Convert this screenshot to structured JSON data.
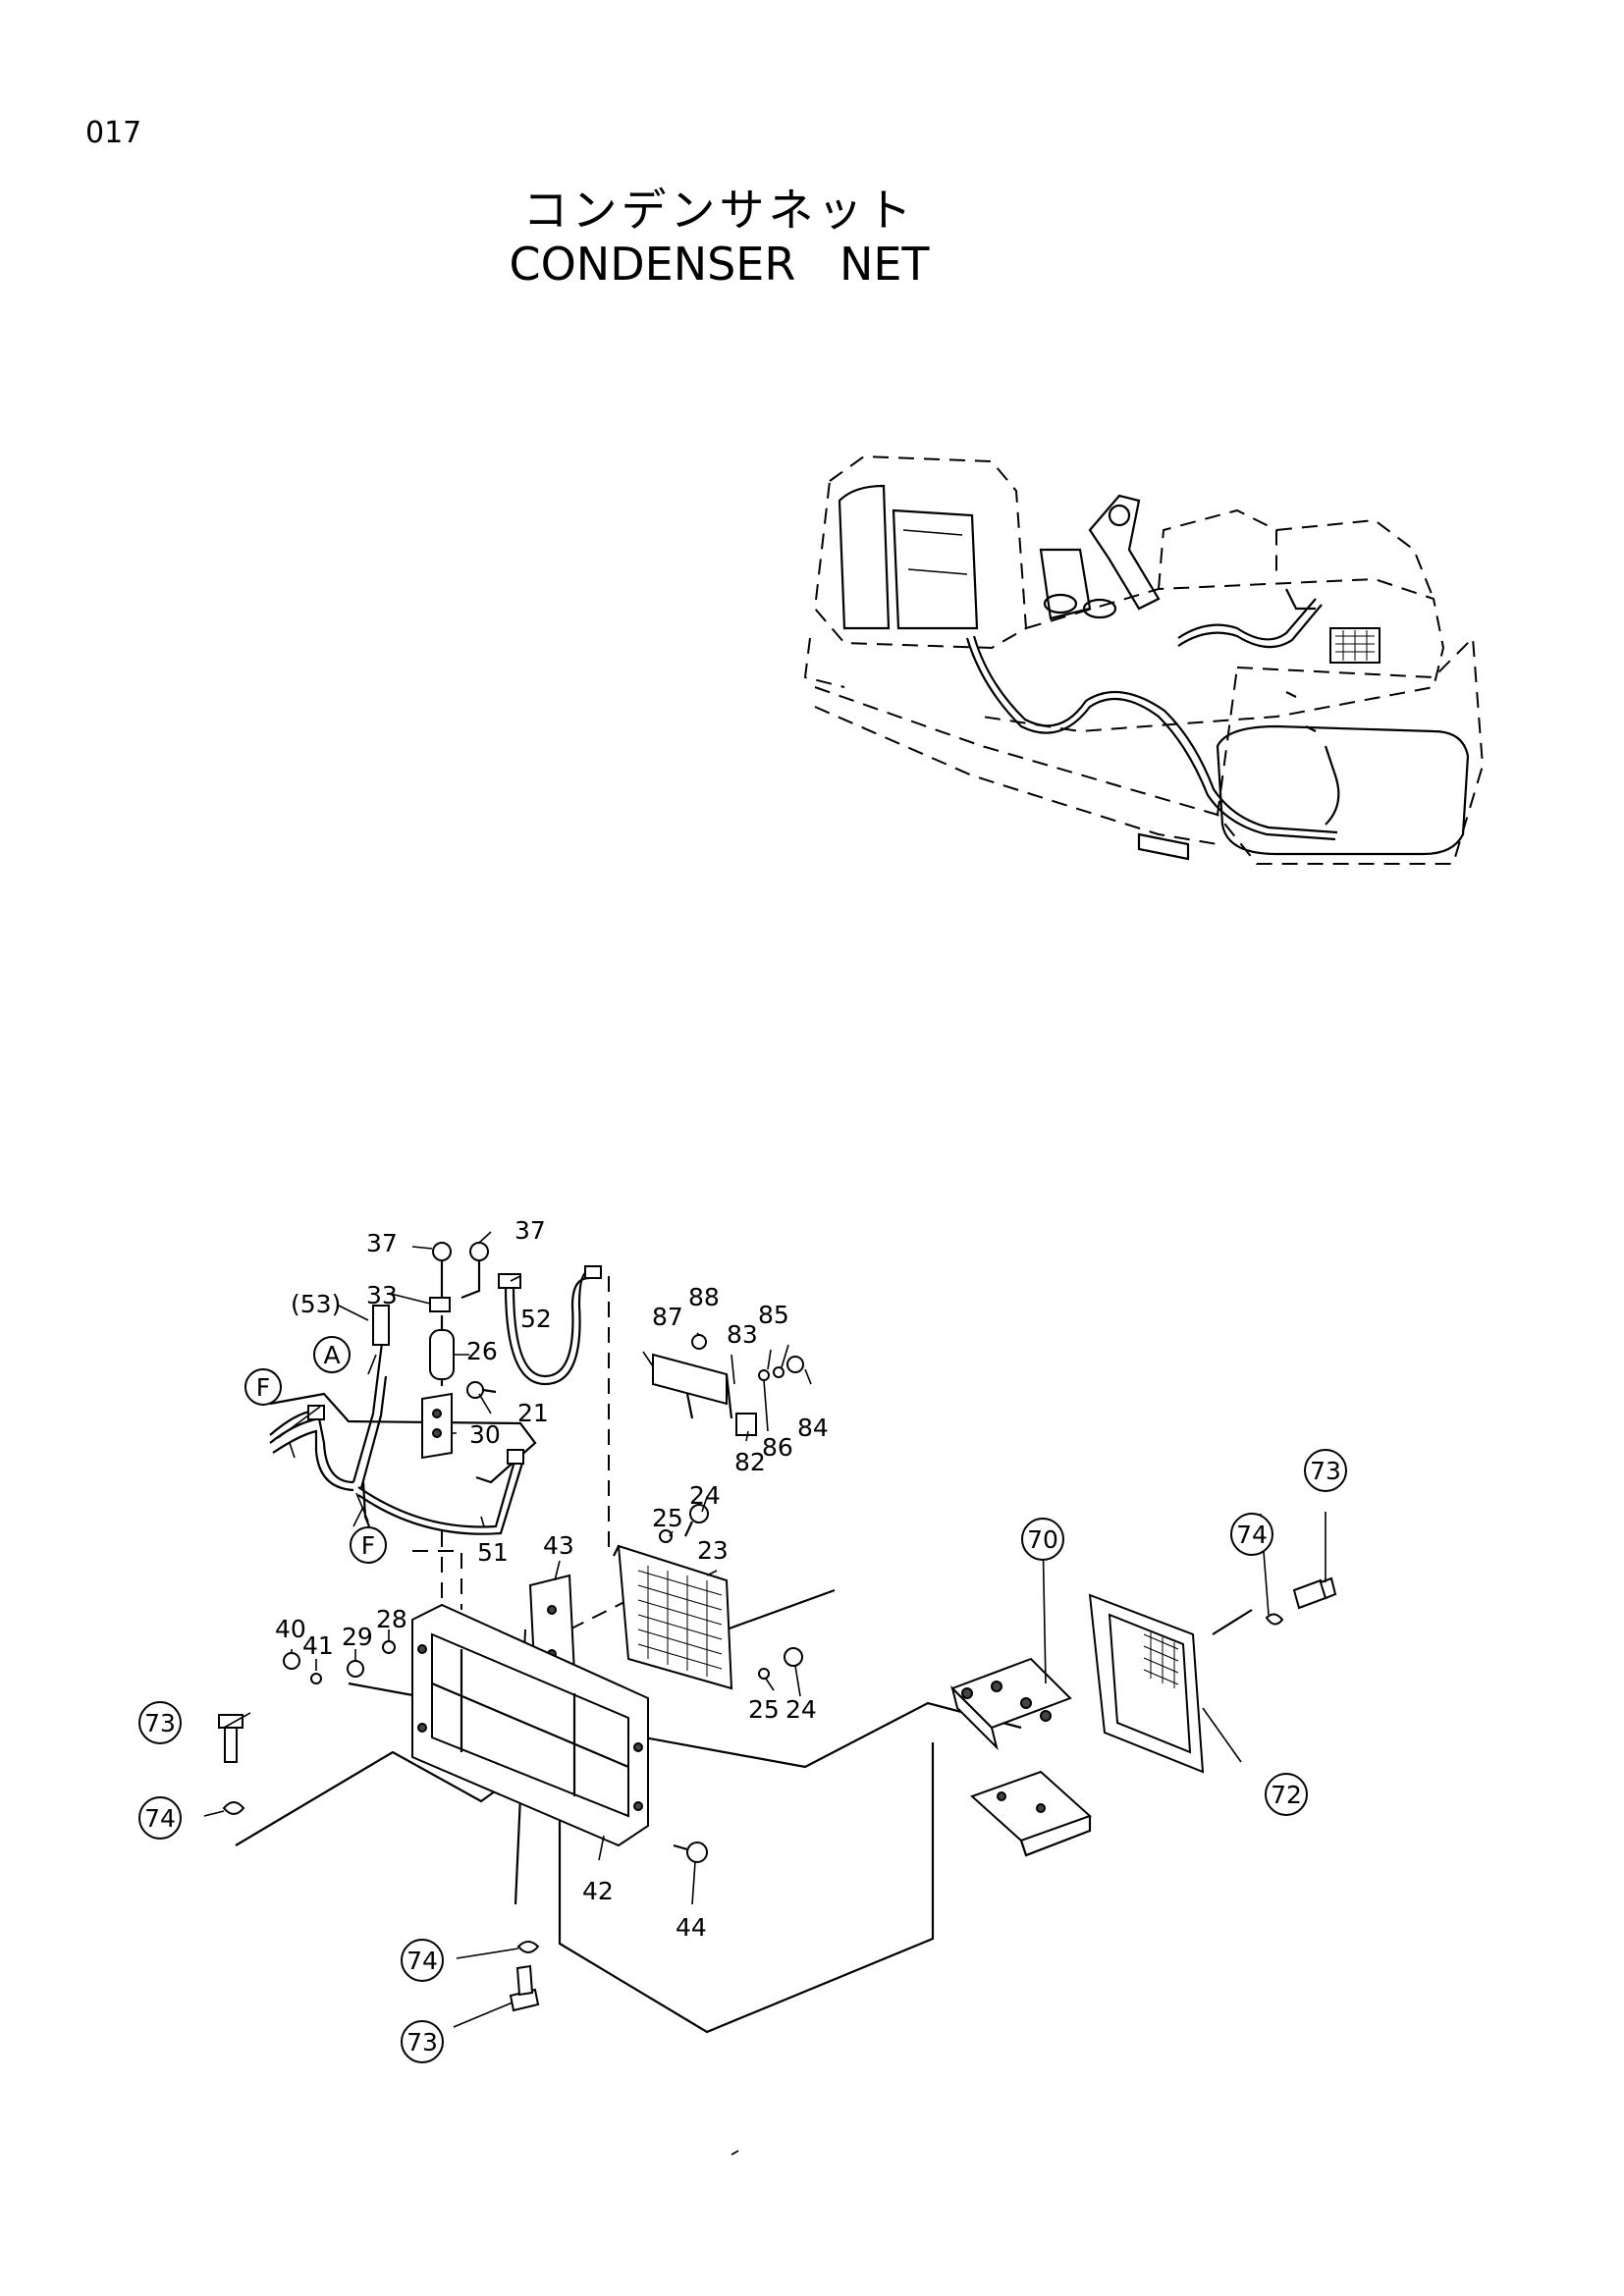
{
  "page": {
    "number": "017"
  },
  "title": {
    "japanese": "コンデンサネット",
    "english": "CONDENSER NET"
  },
  "labels": {
    "p37a": "37",
    "p37b": "37",
    "p53": "(53)",
    "p33": "33",
    "p26": "26",
    "p52": "52",
    "p21": "21",
    "p30": "30",
    "p51": "51",
    "p87": "87",
    "p88": "88",
    "p83": "83",
    "p85": "85",
    "p84": "84",
    "p82": "82",
    "p86": "86",
    "p25a": "25",
    "p24a": "24",
    "p43": "43",
    "p23": "23",
    "p40": "40",
    "p41": "41",
    "p29": "29",
    "p28": "28",
    "p25b": "25",
    "p24b": "24",
    "p42": "42",
    "p44": "44",
    "p70": "70",
    "p72": "72"
  },
  "circle_labels": {
    "detailA": "A",
    "detailF1": "F",
    "detailF2": "F",
    "c73a": "73",
    "c74a": "74",
    "c73b": "73",
    "c74b": "74",
    "c74c": "74",
    "c73c": "73"
  }
}
